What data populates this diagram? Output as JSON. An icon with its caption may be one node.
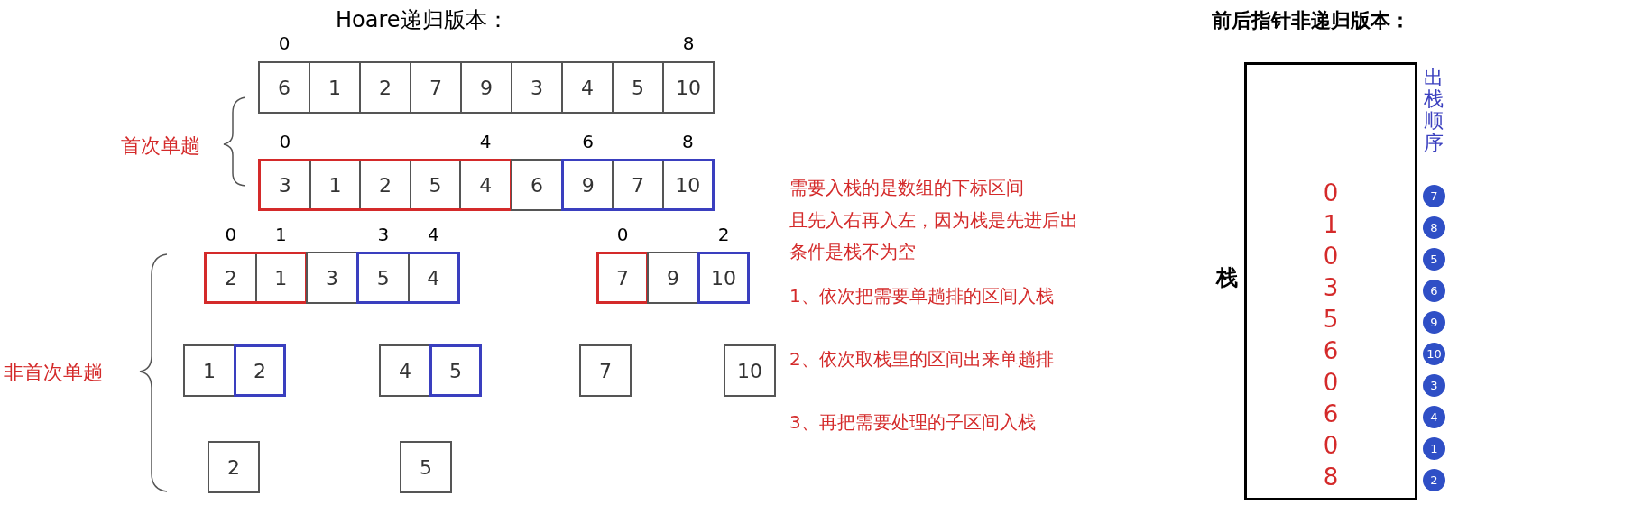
{
  "diagram": {
    "title": "Hoare递归版本：",
    "nodes": [
      {
        "text": [
          "6"
        ],
        "beside": [
          "0"
        ]
      },
      {
        "text": [
          "1"
        ]
      },
      {
        "text": [
          "2"
        ]
      },
      {
        "text": [
          "7"
        ]
      },
      {
        "text": [
          "9"
        ]
      },
      {
        "text": [
          "3"
        ]
      },
      {
        "text": [
          "4"
        ]
      },
      {
        "text": [
          "5"
        ]
      },
      {
        "text": [
          "10"
        ],
        "beside": [
          "8"
        ]
      },
      {
        "text": [],
        "shape": "box"
      },
      {
        "text": [
          "3"
        ],
        "in": 9,
        "beside": [
          "0"
        ]
      },
      {
        "text": [
          "1"
        ],
        "in": 9
      },
      {
        "text": [
          "2"
        ],
        "in": 9
      },
      {
        "text": [
          "5"
        ],
        "in": 9
      },
      {
        "text": [
          "4"
        ],
        "in": 9,
        "beside": [
          "4"
        ]
      },
      {
        "text": [
          "6"
        ]
      },
      {
        "text": [],
        "shape": "box"
      },
      {
        "text": [
          "9"
        ],
        "in": 16,
        "beside": [
          "6"
        ]
      },
      {
        "text": [
          "7"
        ],
        "in": 16
      },
      {
        "text": [
          "10"
        ],
        "in": 16,
        "beside": [
          "8"
        ]
      },
      {
        "text": [],
        "shape": "box"
      },
      {
        "text": [
          "2"
        ],
        "in": 20,
        "beside": [
          "0"
        ]
      },
      {
        "text": [
          "1"
        ],
        "in": 20,
        "beside": [
          "1"
        ]
      },
      {
        "text": [
          "3"
        ]
      },
      {
        "text": [],
        "shape": "box"
      },
      {
        "text": [
          "5"
        ],
        "in": 24,
        "beside": [
          "3"
        ]
      },
      {
        "text": [
          "4"
        ],
        "in": 24,
        "beside": [
          "4"
        ]
      },
      {
        "text": [],
        "shape": "box"
      },
      {
        "text": [
          "7"
        ],
        "in": 27,
        "beside": [
          "0"
        ]
      },
      {
        "text": [
          "9"
        ]
      },
      {
        "text": [],
        "shape": "box"
      },
      {
        "text": [
          "10"
        ],
        "in": 30,
        "beside": [
          "2"
        ]
      },
      {
        "text": [
          "1"
        ]
      },
      {
        "text": [],
        "shape": "box"
      },
      {
        "text": [
          "2"
        ],
        "in": 33
      },
      {
        "text": [
          "4"
        ]
      },
      {
        "text": [],
        "shape": "box"
      },
      {
        "text": [
          "5"
        ],
        "in": 36
      },
      {
        "text": [
          "7"
        ]
      },
      {
        "text": [
          "10"
        ]
      },
      {
        "text": [
          "2"
        ]
      },
      {
        "text": [
          "5"
        ]
      },
      {
        "text": [
          "0",
          "1",
          "0",
          "3",
          "5",
          "6",
          "0",
          "6",
          "0",
          "8"
        ],
        "beside": [
          "栈"
        ]
      },
      {
        "text": [
          "7"
        ]
      },
      {
        "text": [
          "8"
        ]
      },
      {
        "text": [
          "5"
        ]
      },
      {
        "text": [
          "6"
        ]
      },
      {
        "text": [
          "9"
        ]
      },
      {
        "text": [
          "10"
        ]
      },
      {
        "text": [
          "3"
        ]
      },
      {
        "text": [
          "4"
        ]
      },
      {
        "text": [
          "1"
        ]
      },
      {
        "text": [
          "2"
        ]
      }
    ],
    "edges": [],
    "labels": [
      "前后指针非递归版本：",
      "首次单趟",
      "非首次单趟",
      "需要入栈的是数组的下标区间",
      "且先入右再入左，因为栈是先进后出",
      "条件是栈不为空",
      "1、依次把需要单趟排的区间入栈",
      "2、依次取栈里的区间出来单趟排",
      "3、再把需要处理的子区间入栈",
      "出栈顺序"
    ]
  }
}
